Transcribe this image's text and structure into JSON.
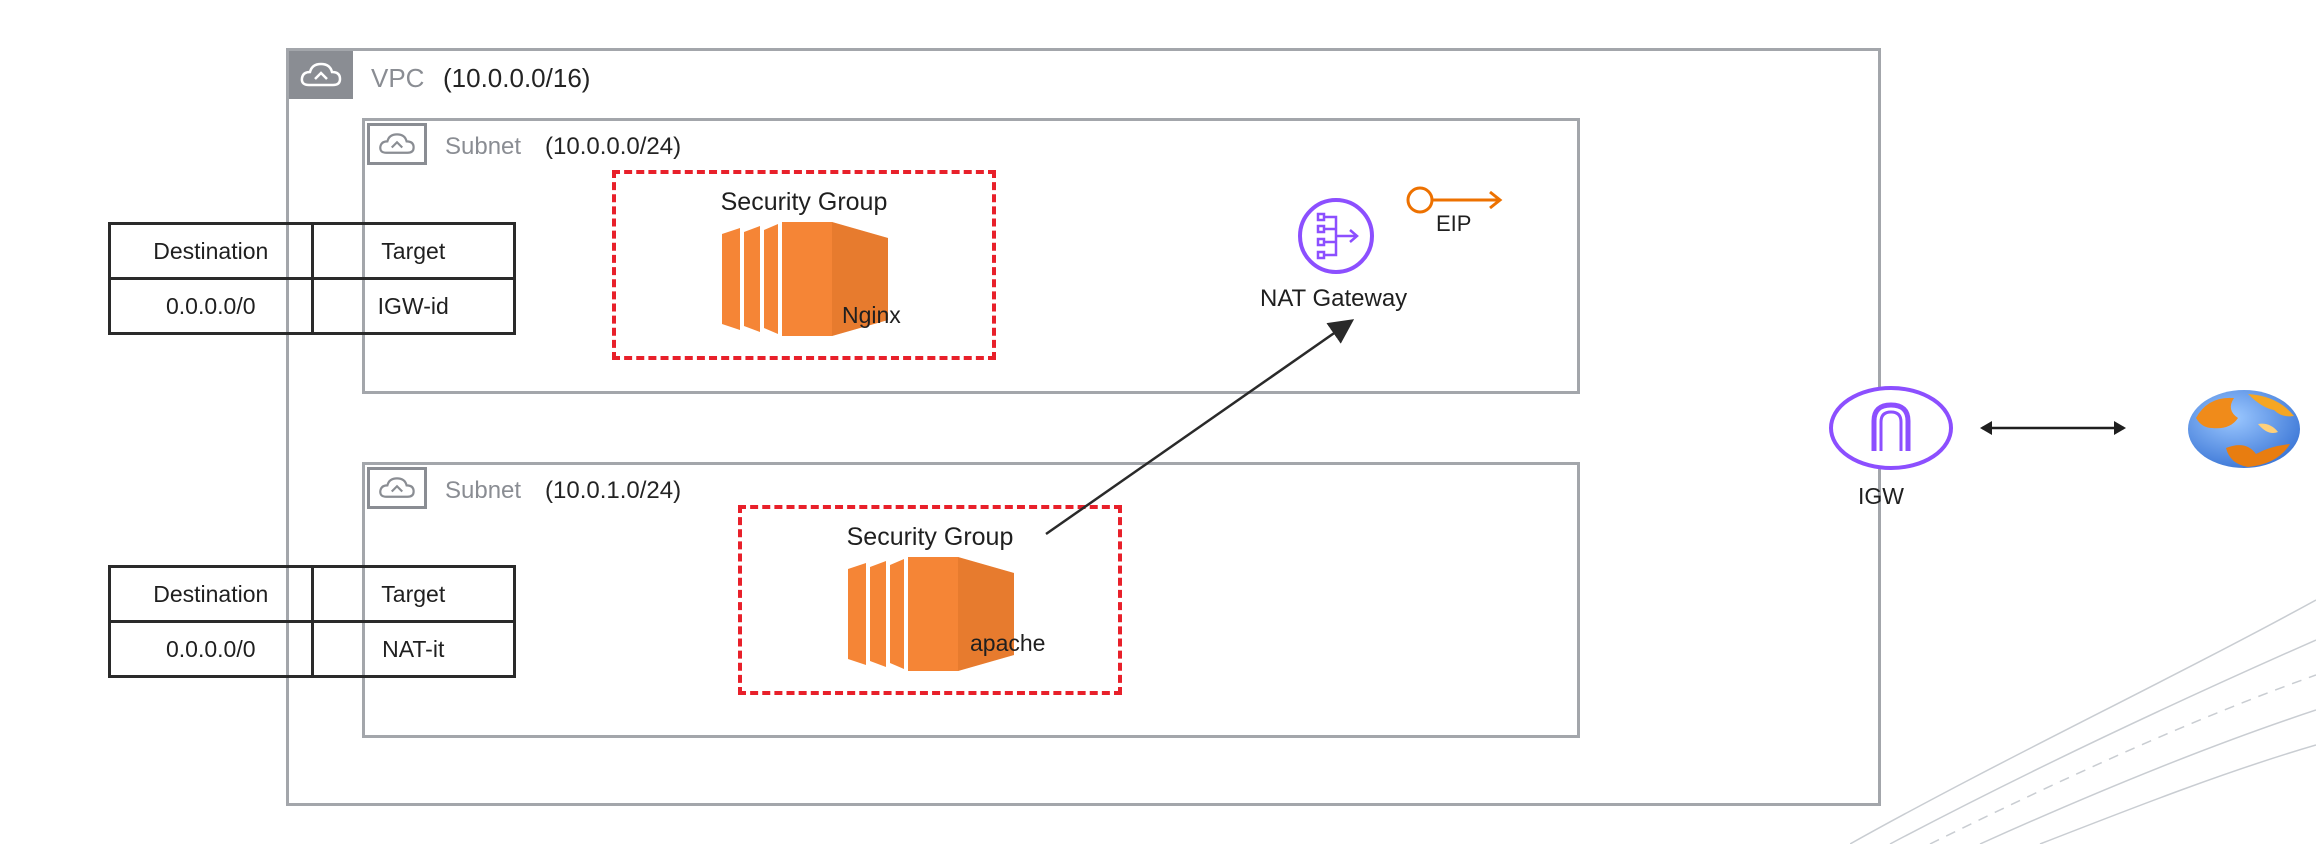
{
  "vpc": {
    "label": "VPC",
    "cidr": "(10.0.0.0/16)"
  },
  "subnets": [
    {
      "label": "Subnet",
      "cidr": "(10.0.0.0/24)",
      "security_group": "Security Group",
      "instance": "Nginx"
    },
    {
      "label": "Subnet",
      "cidr": "(10.0.1.0/24)",
      "security_group": "Security Group",
      "instance": "apache"
    }
  ],
  "route_tables": [
    {
      "headers": [
        "Destination",
        "Target"
      ],
      "row": [
        "0.0.0.0/0",
        "IGW-id"
      ]
    },
    {
      "headers": [
        "Destination",
        "Target"
      ],
      "row": [
        "0.0.0.0/0",
        "NAT-it"
      ]
    }
  ],
  "nat_gateway": {
    "label": "NAT Gateway"
  },
  "eip": {
    "label": "EIP"
  },
  "igw": {
    "label": "IGW"
  },
  "colors": {
    "border": "#a3a6ab",
    "security_group": "#e8202a",
    "ec2": "#f58536",
    "network_icon": "#8c4fff",
    "eip": "#ed7100"
  },
  "icons": [
    "cloud-icon",
    "ec2-instance-icon",
    "nat-gateway-icon",
    "elastic-ip-icon",
    "internet-gateway-icon",
    "globe-icon"
  ]
}
